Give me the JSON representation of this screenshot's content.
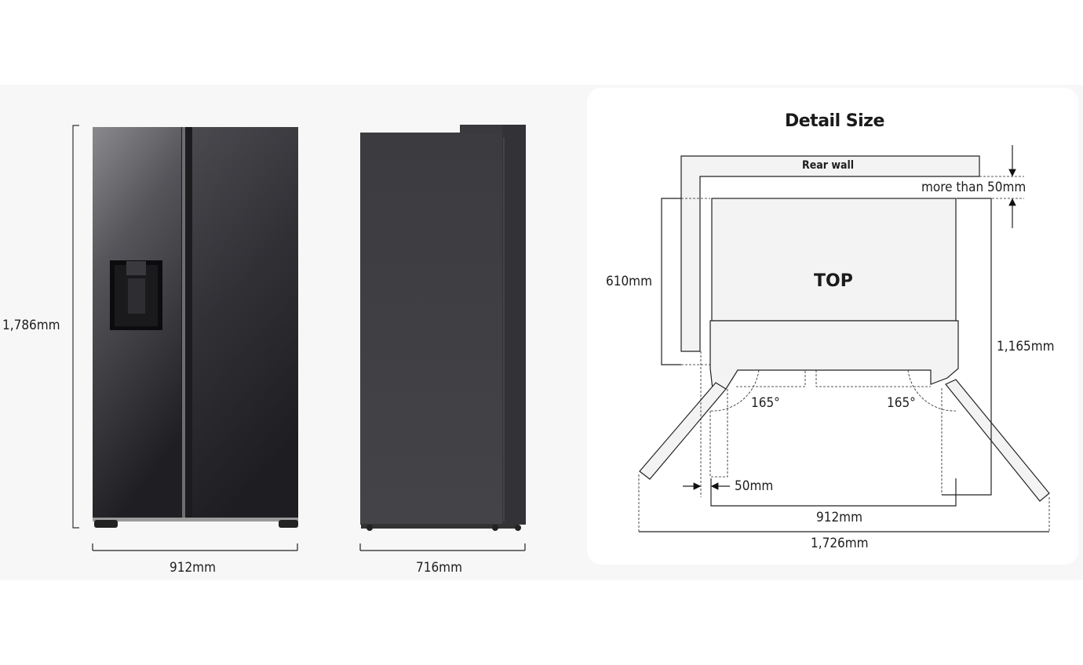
{
  "front_view": {
    "height_label": "1,786mm",
    "width_label": "912mm"
  },
  "side_view": {
    "depth_label": "716mm"
  },
  "detail": {
    "title": "Detail Size",
    "rear_wall_label": "Rear wall",
    "clearance_label": "more than 50mm",
    "top_label": "TOP",
    "depth_label": "610mm",
    "door_open_depth_label": "1,165mm",
    "left_angle_label": "165°",
    "right_angle_label": "165°",
    "side_gap_label": "50mm",
    "body_width_label": "912mm",
    "open_width_label": "1,726mm"
  },
  "colors": {
    "background_band": "#f7f7f7",
    "card": "#ffffff",
    "fridge_body": "#2a2a2e",
    "diagram_fill": "#f3f3f3",
    "line": "#222222"
  }
}
